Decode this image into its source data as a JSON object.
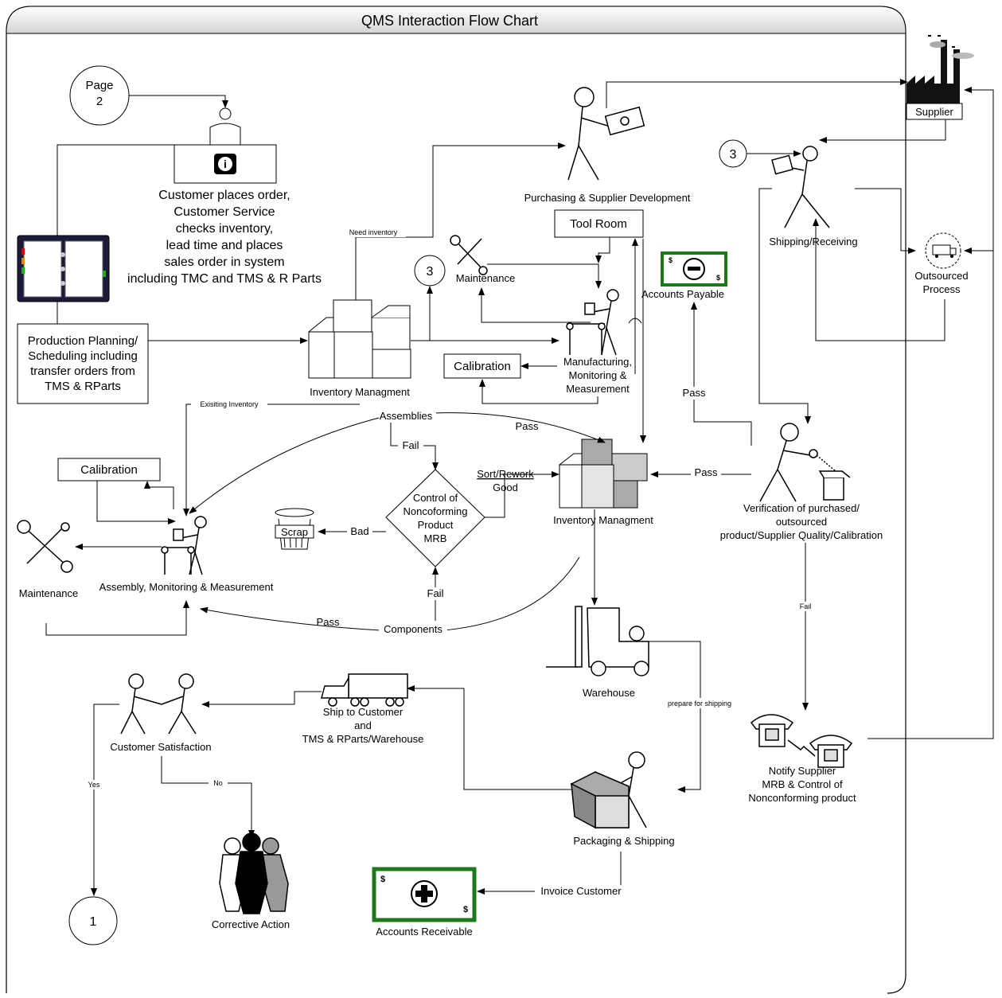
{
  "title": "QMS Interaction Flow Chart",
  "connectors": {
    "page2": [
      "Page",
      "2"
    ],
    "three_a": "3",
    "three_b": "3",
    "one": "1"
  },
  "customer_order": [
    "Customer places order,",
    "Customer Service",
    "checks inventory,",
    "lead time and places",
    "sales order in  system",
    "including TMC and TMS & R Parts"
  ],
  "production_planning": [
    "Production Planning/",
    "Scheduling including",
    "transfer orders from",
    "TMS & RParts"
  ],
  "purchasing": "Purchasing & Supplier Development",
  "supplier": "Supplier",
  "shipping_receiving": "Shipping/Receiving",
  "outsourced_process": [
    "Outsourced",
    "Process"
  ],
  "tool_room": "Tool Room",
  "maintenance_top": "Maintenance",
  "accounts_payable": "Accounts Payable",
  "inventory_top": "Inventory Managment",
  "manufacturing": [
    "Manufacturing,",
    "Monitoring &",
    "Measurement"
  ],
  "calibration_top": "Calibration",
  "calibration_left": "Calibration",
  "inventory_mid": "Inventory Managment",
  "verification": [
    "Verification of purchased/",
    "outsourced",
    "product/Supplier Quality/Calibration"
  ],
  "ncr": [
    "Control of",
    "Noncoforming",
    "Product",
    "MRB"
  ],
  "ncr_small_of": "of",
  "scrap": "Scrap",
  "maintenance_left": "Maintenance",
  "assembly": "Assembly, Monitoring & Measurement",
  "warehouse": "Warehouse",
  "ship_to_customer": [
    "Ship to Customer",
    "and",
    "TMS & RParts/Warehouse"
  ],
  "customer_satisfaction": "Customer Satisfaction",
  "corrective_action": "Corrective Action",
  "packaging": "Packaging & Shipping",
  "accounts_receivable": "Accounts Receivable",
  "notify_supplier": [
    "Notify Supplier",
    "MRB & Control of",
    "Nonconforming product"
  ],
  "flow_labels": {
    "need_inventory": "Need inventory",
    "existing_inventory": "Exisiting Inventory",
    "assemblies": "Assemblies",
    "fail_top": "Fail",
    "pass_assemblies": "Pass",
    "sort_rework": "Sort/Rework",
    "good": "Good",
    "bad": "Bad",
    "fail_bottom": "Fail",
    "pass_components": "Pass",
    "components": "Components",
    "pass_ap": "Pass",
    "pass_verify": "Pass",
    "fail_verify": "Fail",
    "prepare_shipping": "prepare for shipping",
    "yes": "Yes",
    "no": "No",
    "invoice_customer": "Invoice Customer"
  }
}
